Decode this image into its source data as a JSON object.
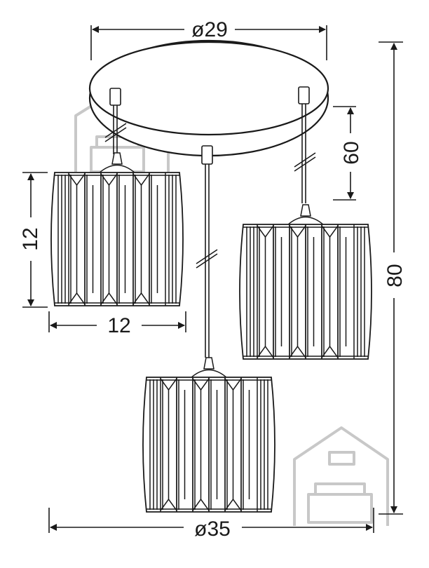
{
  "dimensions": {
    "canopy_diameter": "ø29",
    "overall_diameter": "ø35",
    "overall_height": "80",
    "adjustable_height": "60",
    "shade_height": "12",
    "shade_width": "12"
  },
  "colors": {
    "line": "#1a1a1a",
    "watermark": "#c8c8c8"
  },
  "icons": {
    "watermark": "house-with-armchair-icon"
  }
}
